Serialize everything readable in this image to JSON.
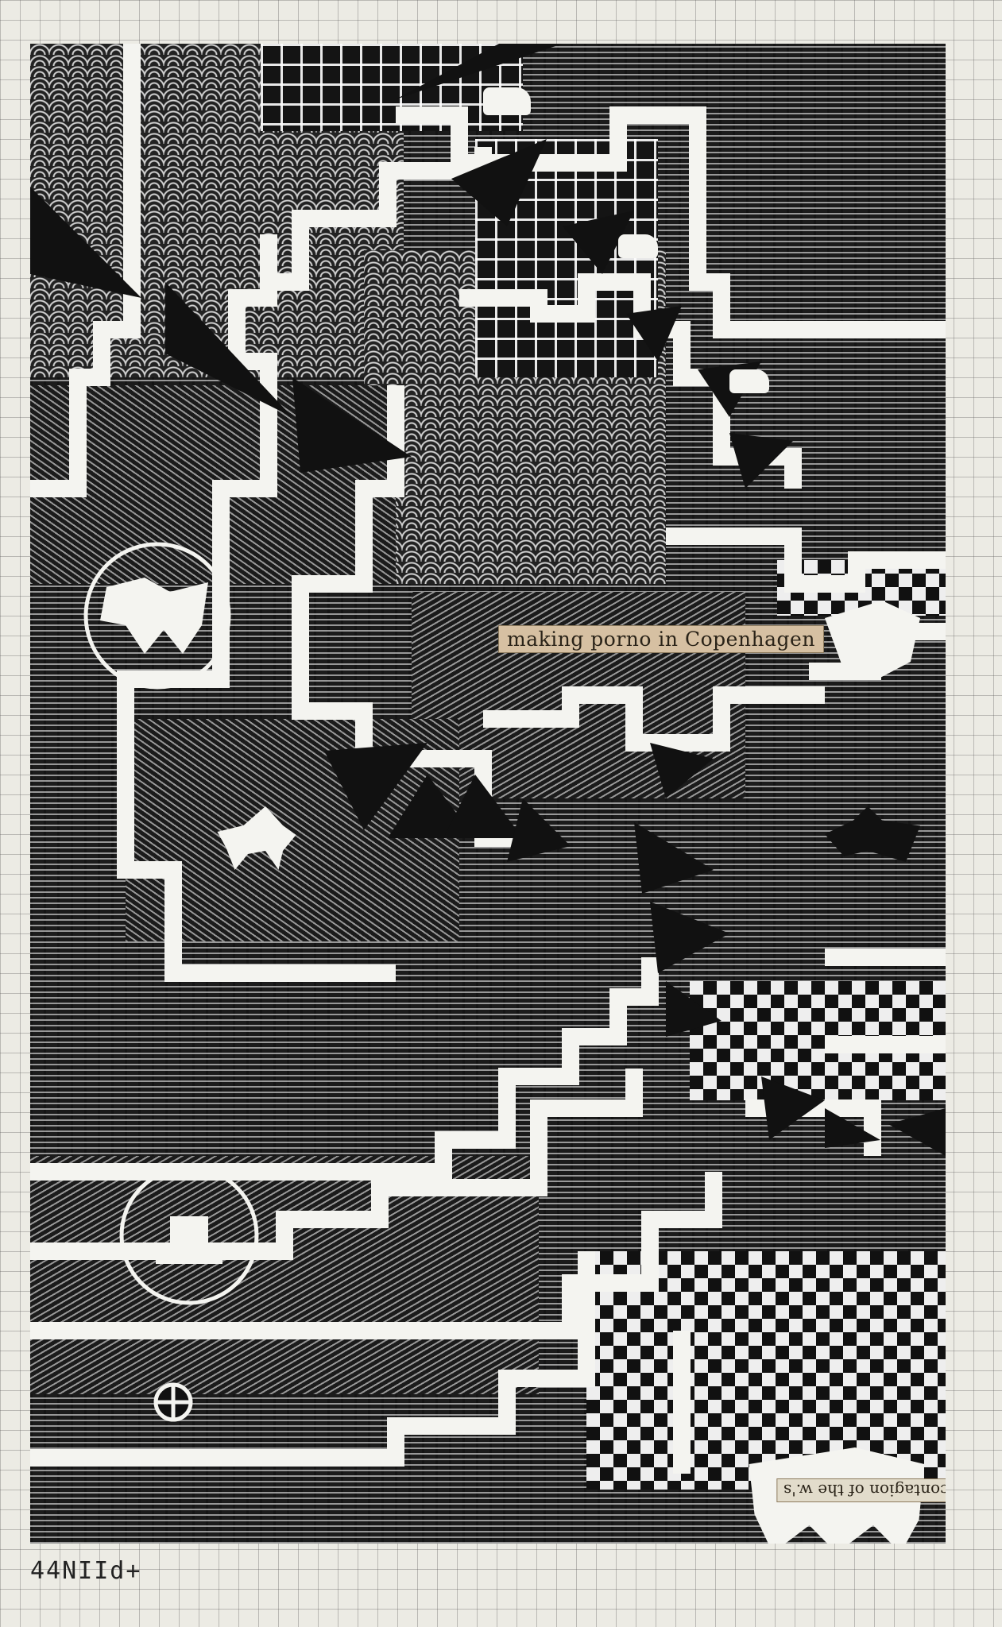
{
  "artwork": {
    "labels": {
      "copenhagen": "making porno in Copenhagen",
      "contagion": "contagion of the w.'s"
    },
    "corner_code": "44NIId+",
    "colors": {
      "paper": "#ecebe4",
      "ink": "#141414",
      "path_white": "#f4f4f0",
      "label_tan": "#d6c0a2"
    },
    "icons": [
      "animal-figure-icon",
      "circle-emblem-icon",
      "hand-glyph-icon",
      "cross-circle-icon"
    ]
  }
}
